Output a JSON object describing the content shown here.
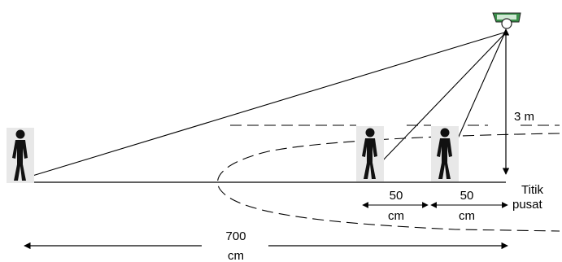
{
  "labels": {
    "height": "3 m",
    "center_line1": "Titik",
    "center_line2": "pusat",
    "gap1_value": "50",
    "gap1_unit": "cm",
    "gap2_value": "50",
    "gap2_unit": "cm",
    "total_value": "700",
    "total_unit": "cm"
  },
  "icons": {
    "sensor": "motion-sensor-icon",
    "person": "standing-person-icon"
  },
  "colors": {
    "line": "#000000",
    "person": "#111111",
    "person_bg": "#e8e8e8",
    "sensor_body": "#3a8f4a"
  }
}
